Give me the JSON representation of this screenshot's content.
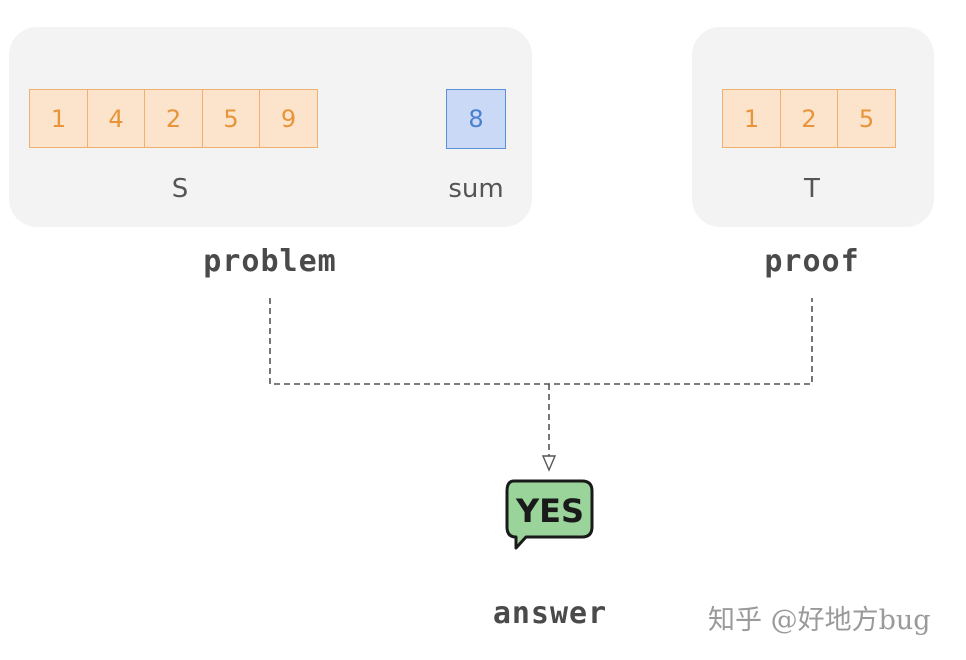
{
  "problem": {
    "set_values": [
      "1",
      "4",
      "2",
      "5",
      "9"
    ],
    "set_label": "S",
    "sum_value": "8",
    "sum_label": "sum",
    "caption": "problem"
  },
  "proof": {
    "subset_values": [
      "1",
      "2",
      "5"
    ],
    "subset_label": "T",
    "caption": "proof"
  },
  "answer": {
    "badge_text": "YES",
    "caption": "answer"
  },
  "watermark": "知乎 @好地方bug",
  "colors": {
    "panel_bg": "#f3f3f3",
    "cell_fill": "#fbe3cc",
    "cell_border": "#f0b070",
    "cell_text": "#e8943a",
    "sum_fill": "#c9d9f6",
    "sum_border": "#5b8fd8",
    "sum_text": "#4a7fd0",
    "badge_fill": "#9ad49a",
    "badge_outline": "#1a1a1a",
    "connector": "#555555"
  },
  "icons": {
    "badge": "speech-bubble-icon",
    "arrow": "arrowhead-icon"
  }
}
